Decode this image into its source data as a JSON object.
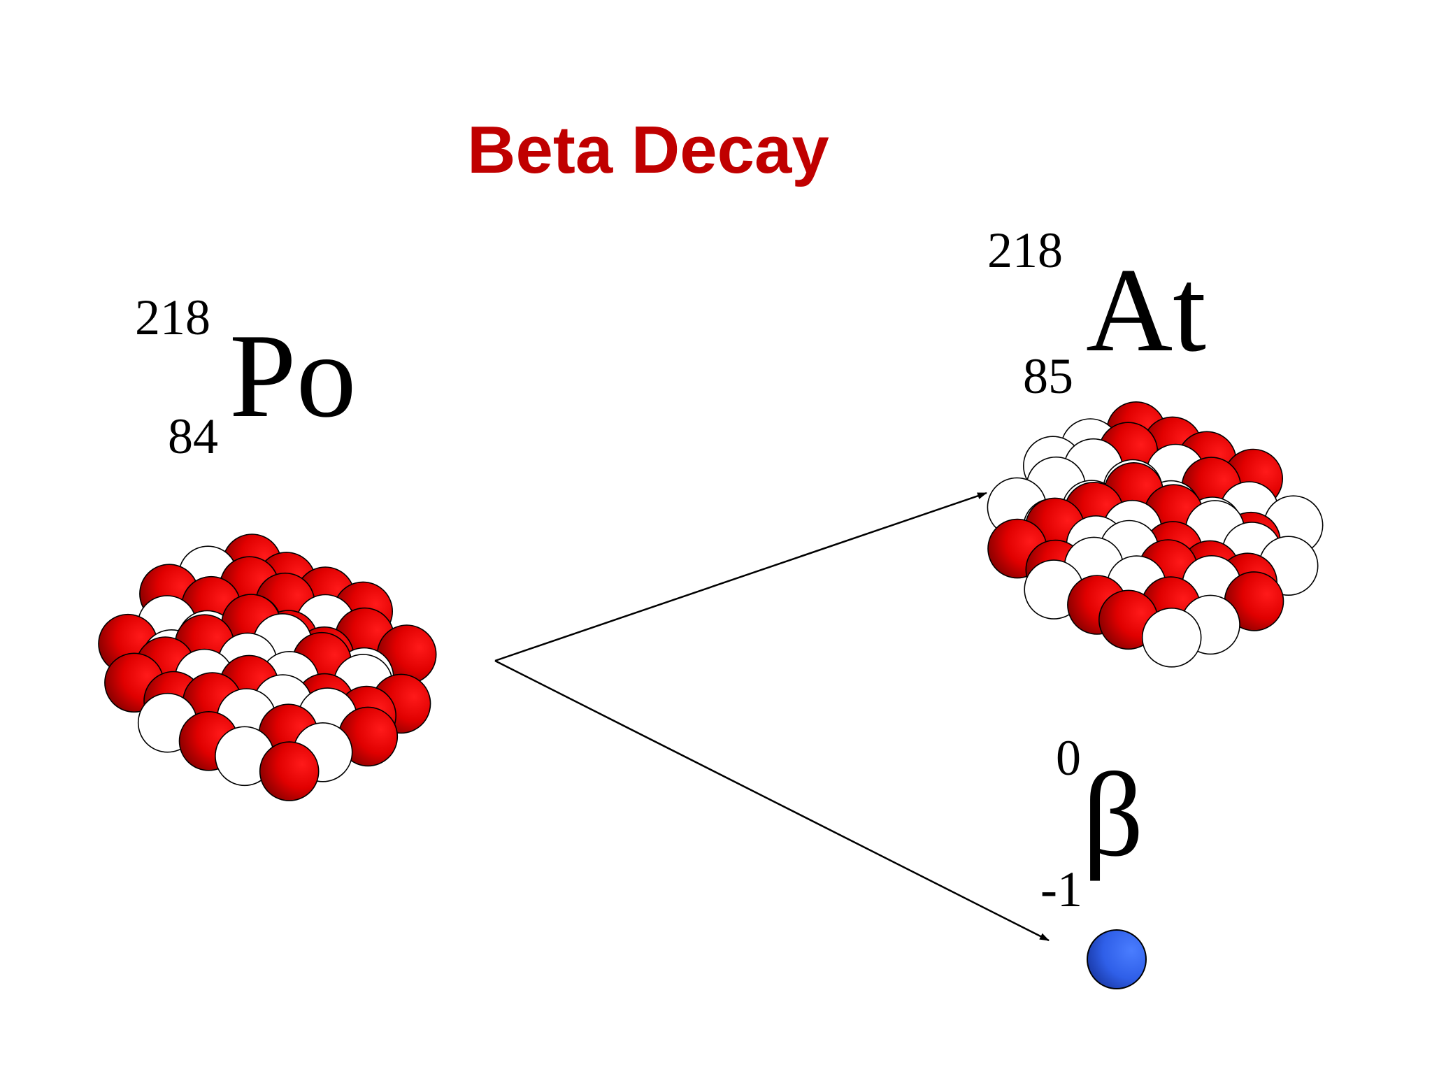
{
  "title": "Beta Decay",
  "colors": {
    "title": "#c00000",
    "proton": "#e00000",
    "neutron": "#ffffff",
    "beta_particle": "#2f5fe8",
    "arrow": "#000000"
  },
  "parent": {
    "symbol": "Po",
    "mass_number": "218",
    "atomic_number": "84",
    "icon": "nucleus-cluster"
  },
  "daughter": {
    "symbol": "At",
    "mass_number": "218",
    "atomic_number": "85",
    "icon": "nucleus-cluster"
  },
  "emitted": {
    "symbol": "β",
    "mass_number": "0",
    "atomic_number": "-1",
    "icon": "electron-dot"
  }
}
